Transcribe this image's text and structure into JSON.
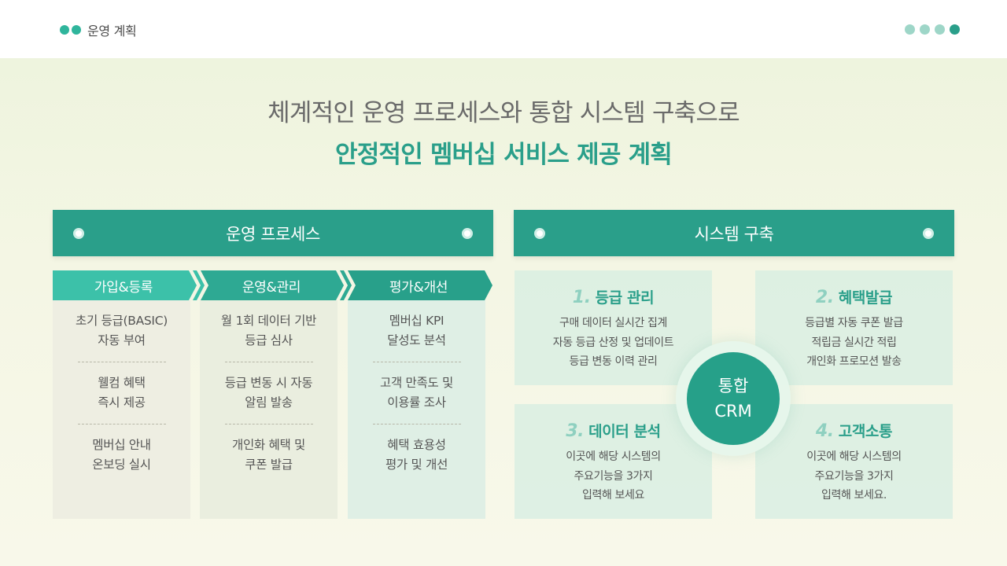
{
  "header": {
    "section_label": "운영 계획",
    "pager": {
      "total": 4,
      "active_index": 3
    }
  },
  "headline": {
    "line1": "체계적인 운영 프로세스와 통합 시스템 구축으로",
    "line2": "안정적인 멤버십 서비스 제공 계획"
  },
  "process": {
    "title": "운영 프로세스",
    "steps": [
      {
        "label": "가입&등록",
        "items": [
          {
            "lines": [
              "초기 등급(BASIC)",
              "자동 부여"
            ]
          },
          {
            "lines": [
              "웰컴 혜택",
              "즉시 제공"
            ]
          },
          {
            "lines": [
              "멤버십 안내",
              "온보딩 실시"
            ]
          }
        ]
      },
      {
        "label": "운영&관리",
        "items": [
          {
            "lines": [
              "월 1회 데이터 기반",
              "등급 심사"
            ]
          },
          {
            "lines": [
              "등급 변동 시 자동",
              "알림 발송"
            ]
          },
          {
            "lines": [
              "개인화 혜택 및",
              "쿠폰 발급"
            ]
          }
        ]
      },
      {
        "label": "평가&개선",
        "items": [
          {
            "lines": [
              "멤버십 KPI",
              "달성도 분석"
            ]
          },
          {
            "lines": [
              "고객 만족도 및",
              "이용률 조사"
            ]
          },
          {
            "lines": [
              "혜택 효용성",
              "평가 및 개선"
            ]
          }
        ]
      }
    ]
  },
  "system": {
    "title": "시스템 구축",
    "center": {
      "line1": "통합",
      "line2": "CRM"
    },
    "cards": [
      {
        "num": "1.",
        "title": "등급 관리",
        "lines": [
          "구매 데이터 실시간 집계",
          "자동 등급 산정 및 업데이트",
          "등급 변동 이력 관리"
        ]
      },
      {
        "num": "2.",
        "title": "혜택발급",
        "lines": [
          "등급별 자동 쿠폰 발급",
          "적립금 실시간 적립",
          "개인화 프로모션 발송"
        ]
      },
      {
        "num": "3.",
        "title": "데이터 분석",
        "lines": [
          "이곳에 해당 시스템의",
          "주요기능을 3가지",
          "입력해 보세요"
        ]
      },
      {
        "num": "4.",
        "title": "고객소통",
        "lines": [
          "이곳에 해당 시스템의",
          "주요기능을 3가지",
          "입력해 보세요."
        ]
      }
    ]
  },
  "colors": {
    "accent": "#2a9f8a",
    "step1": "#3cc1a9",
    "step2": "#2ea993",
    "step3": "#28a08a",
    "col1_bg": "#eeeee2",
    "col2_bg": "#eaeedf",
    "col3_bg": "#dfefe5"
  }
}
